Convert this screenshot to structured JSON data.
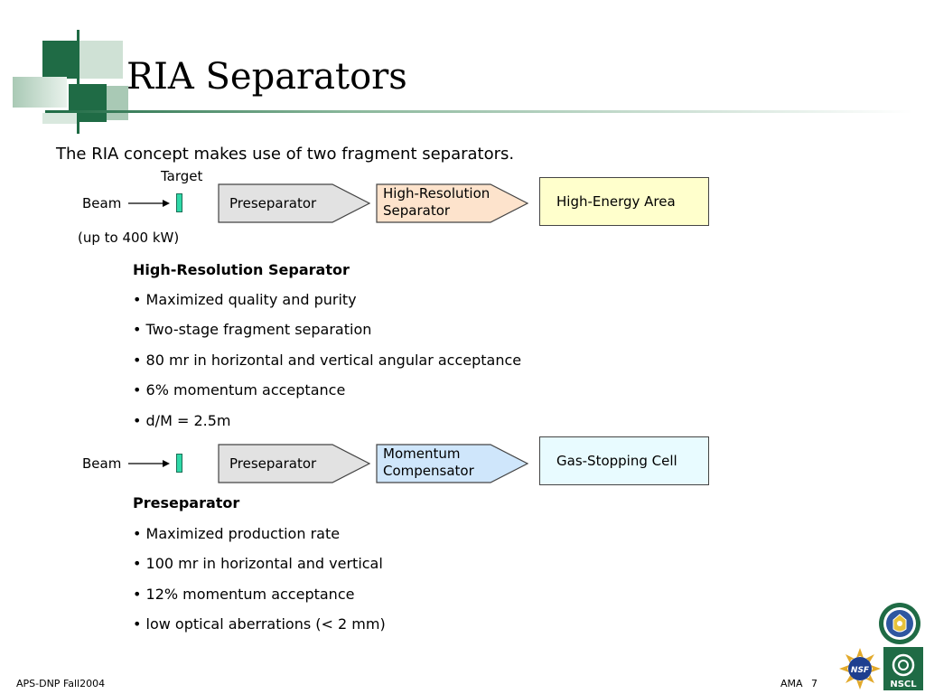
{
  "slide": {
    "title": "RIA Separators",
    "intro": "The RIA concept makes use of two fragment separators."
  },
  "diagram1": {
    "target_label": "Target",
    "beam_label": "Beam",
    "power_label": "(up to 400 kW)",
    "stage1": "Preseparator",
    "stage2_line1": "High-Resolution",
    "stage2_line2": "Separator",
    "stage3": "High-Energy Area"
  },
  "section1": {
    "heading": "High-Resolution Separator",
    "bullets": [
      "• Maximized quality and purity",
      "• Two-stage fragment separation",
      "• 80 mr in horizontal and vertical angular acceptance",
      "• 6% momentum acceptance",
      "• d/M = 2.5m"
    ]
  },
  "diagram2": {
    "beam_label": "Beam",
    "stage1": "Preseparator",
    "stage2_line1": "Momentum",
    "stage2_line2": "Compensator",
    "stage3": "Gas-Stopping Cell"
  },
  "section2": {
    "heading": "Preseparator",
    "bullets": [
      "• Maximized production rate",
      "• 100 mr in horizontal and vertical",
      "• 12% momentum acceptance",
      "• low optical aberrations (< 2 mm)"
    ]
  },
  "footer": {
    "left": "APS-DNP Fall2004",
    "author": "AMA",
    "page": "7"
  },
  "logos": {
    "doe": "DOE seal",
    "nsf": "NSF",
    "nscl": "NSCL"
  },
  "colors": {
    "accent_green": "#1f6b45",
    "preseparator_fill": "#e2e2e2",
    "hr_separator_fill": "#fde3cc",
    "high_energy_fill": "#ffffcc",
    "momentum_fill": "#cfe6fb",
    "gas_cell_fill": "#e8fbff",
    "target_fill": "#2fd8a8"
  }
}
